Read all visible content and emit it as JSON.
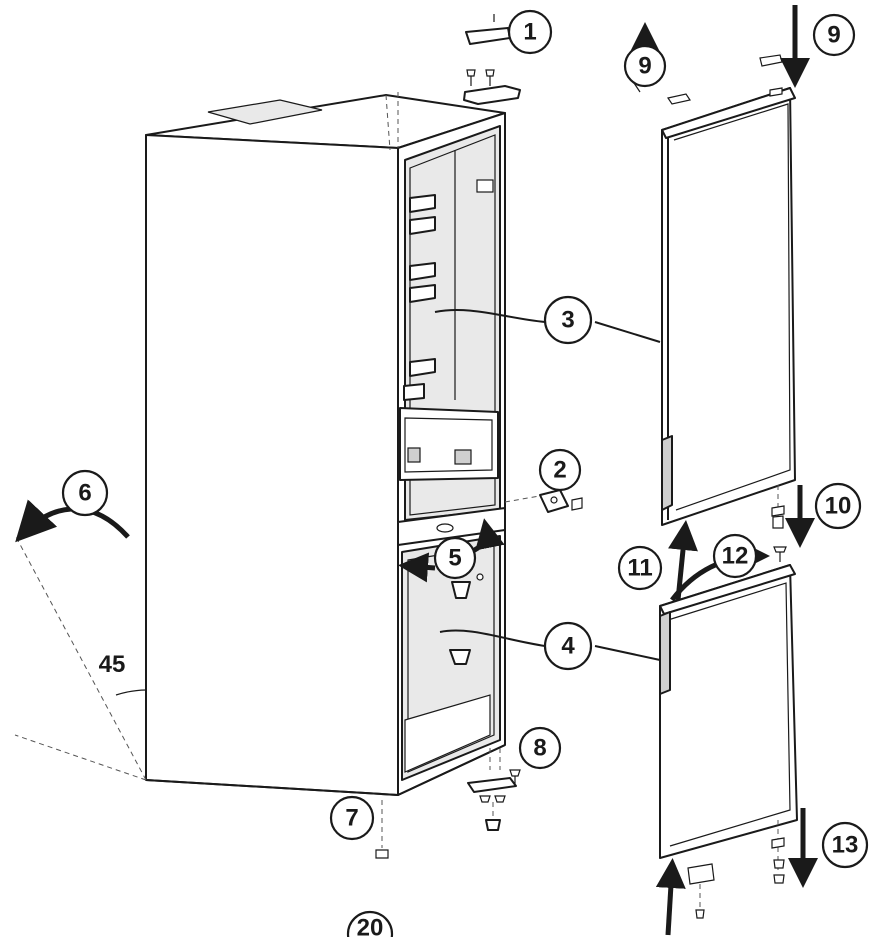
{
  "callouts": {
    "c1": "1",
    "c2": "2",
    "c3": "3",
    "c4": "4",
    "c5": "5",
    "c6": "6",
    "c7": "7",
    "c8": "8",
    "c9a": "9",
    "c9b": "9",
    "c10": "10",
    "c11": "11",
    "c12": "12",
    "c13": "13",
    "c20": "20"
  },
  "angle_label": "45"
}
